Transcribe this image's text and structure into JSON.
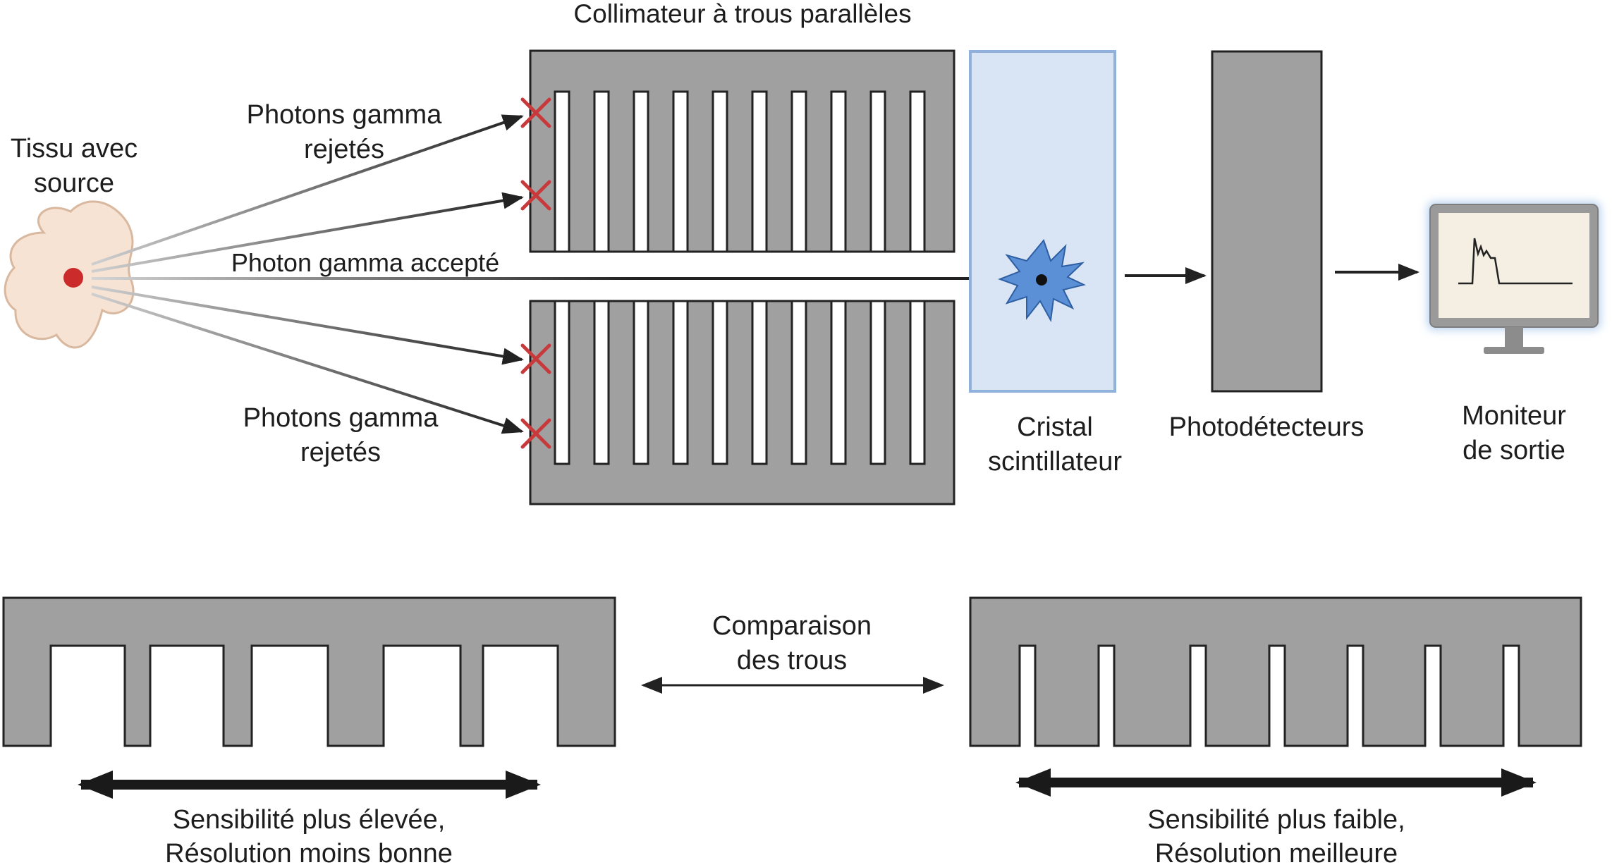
{
  "labels": {
    "collimator_title": "Collimateur à trous parallèles",
    "tissue_line1": "Tissu avec",
    "tissue_line2": "source",
    "rejected_top_line1": "Photons gamma",
    "rejected_top_line2": "rejetés",
    "accepted": "Photon gamma accepté",
    "rejected_bottom_line1": "Photons gamma",
    "rejected_bottom_line2": "rejetés",
    "crystal_line1": "Cristal",
    "crystal_line2": "scintillateur",
    "photodetectors": "Photodétecteurs",
    "monitor_line1": "Moniteur",
    "monitor_line2": "de sortie",
    "comparison_line1": "Comparaison",
    "comparison_line2": "des trous",
    "wide_line1": "Sensibilité plus élevée,",
    "wide_line2": "Résolution moins bonne",
    "narrow_line1": "Sensibilité plus faible,",
    "narrow_line2": "Résolution meilleure"
  },
  "colors": {
    "lead_gray": "#a0a0a0",
    "outline": "#222222",
    "crystal_fill": "#d9e5f5",
    "crystal_stroke": "#8fb1dc",
    "scintillation": "#5b8fd6",
    "reject_mark": "#c8393b",
    "tissue_fill": "#f7e3d3",
    "tissue_stroke": "#d9b8a0",
    "source": "#cc2b2b",
    "monitor_frame": "#9a9a9a",
    "monitor_screen": "#f4efe2"
  },
  "icons": {
    "reject": "x-mark-icon",
    "scintillation": "starburst-icon",
    "monitor": "monitor-icon",
    "source": "radioactive-source-icon"
  }
}
